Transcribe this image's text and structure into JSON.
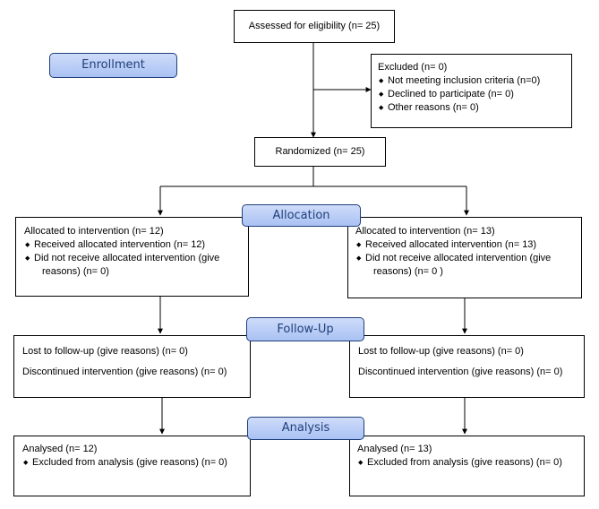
{
  "stages": {
    "enrollment": "Enrollment",
    "allocation": "Allocation",
    "followup": "Follow-Up",
    "analysis": "Analysis"
  },
  "assessed": "Assessed for eligibility (n= 25)",
  "excluded": {
    "title": "Excluded (n= 0)",
    "items": [
      "Not meeting inclusion criteria (n=0)",
      "Declined to participate (n= 0)",
      "Other reasons (n= 0)"
    ]
  },
  "randomized": "Randomized (n= 25)",
  "arms": [
    {
      "allocated": "Allocated to intervention (n= 12)",
      "received": "Received allocated intervention (n= 12)",
      "not_received_1": "Did not receive allocated intervention (give",
      "not_received_2": "reasons) (n= 0)",
      "lost": "Lost to follow-up (give reasons) (n= 0)",
      "discontinued": "Discontinued intervention (give reasons) (n= 0)",
      "analysed": "Analysed (n= 12)",
      "excluded_analysis": "Excluded from analysis (give reasons) (n= 0)"
    },
    {
      "allocated": "Allocated to intervention (n= 13)",
      "received": "Received allocated intervention (n= 13)",
      "not_received_1": "Did not receive allocated intervention (give",
      "not_received_2": "reasons) (n= 0 )",
      "lost": "Lost to follow-up (give reasons) (n= 0)",
      "discontinued": "Discontinued intervention (give reasons) (n= 0)",
      "analysed": "Analysed (n= 13)",
      "excluded_analysis": "Excluded from analysis (give reasons) (n= 0)"
    }
  ]
}
